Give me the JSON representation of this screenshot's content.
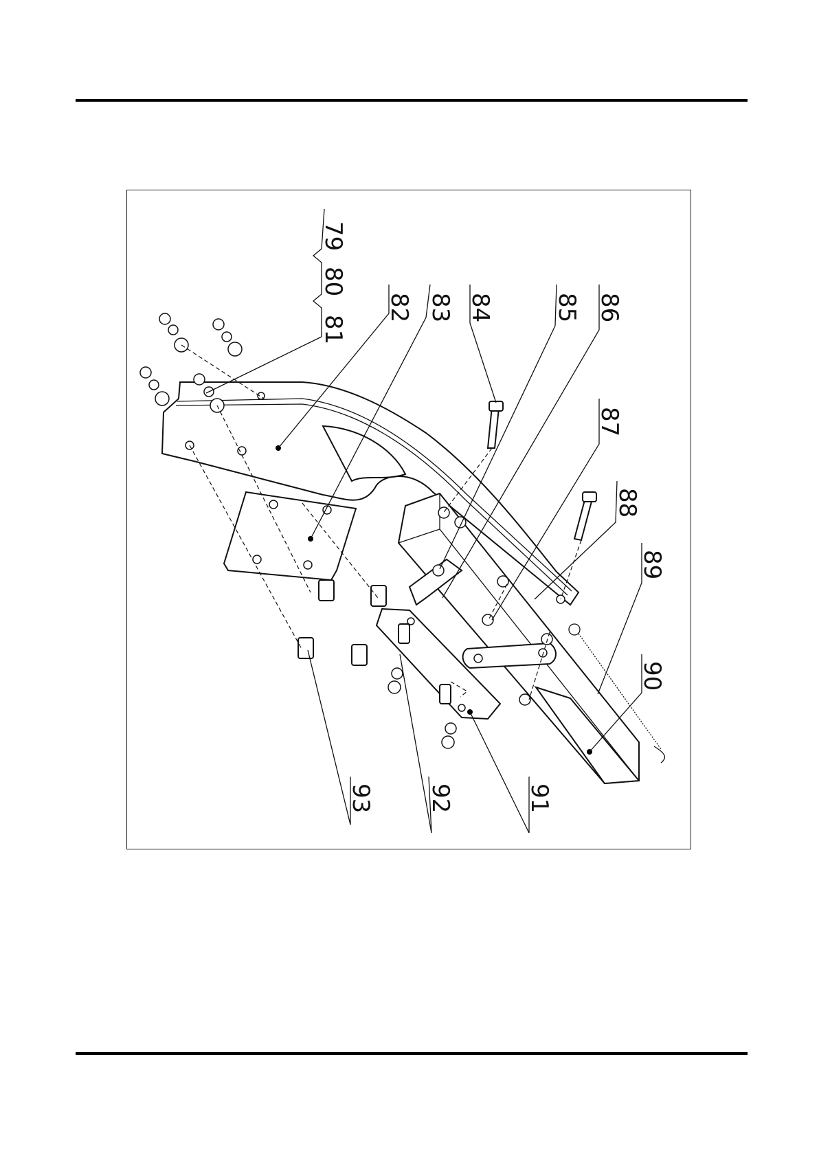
{
  "callouts": [
    {
      "id": "79",
      "label": "79"
    },
    {
      "id": "80",
      "label": "80"
    },
    {
      "id": "81",
      "label": "81"
    },
    {
      "id": "82",
      "label": "82"
    },
    {
      "id": "83",
      "label": "83"
    },
    {
      "id": "84",
      "label": "84"
    },
    {
      "id": "85",
      "label": "85"
    },
    {
      "id": "86",
      "label": "86"
    },
    {
      "id": "87",
      "label": "87"
    },
    {
      "id": "88",
      "label": "88"
    },
    {
      "id": "89",
      "label": "89"
    },
    {
      "id": "90",
      "label": "90"
    },
    {
      "id": "91",
      "label": "91"
    },
    {
      "id": "92",
      "label": "92"
    },
    {
      "id": "93",
      "label": "93"
    }
  ]
}
